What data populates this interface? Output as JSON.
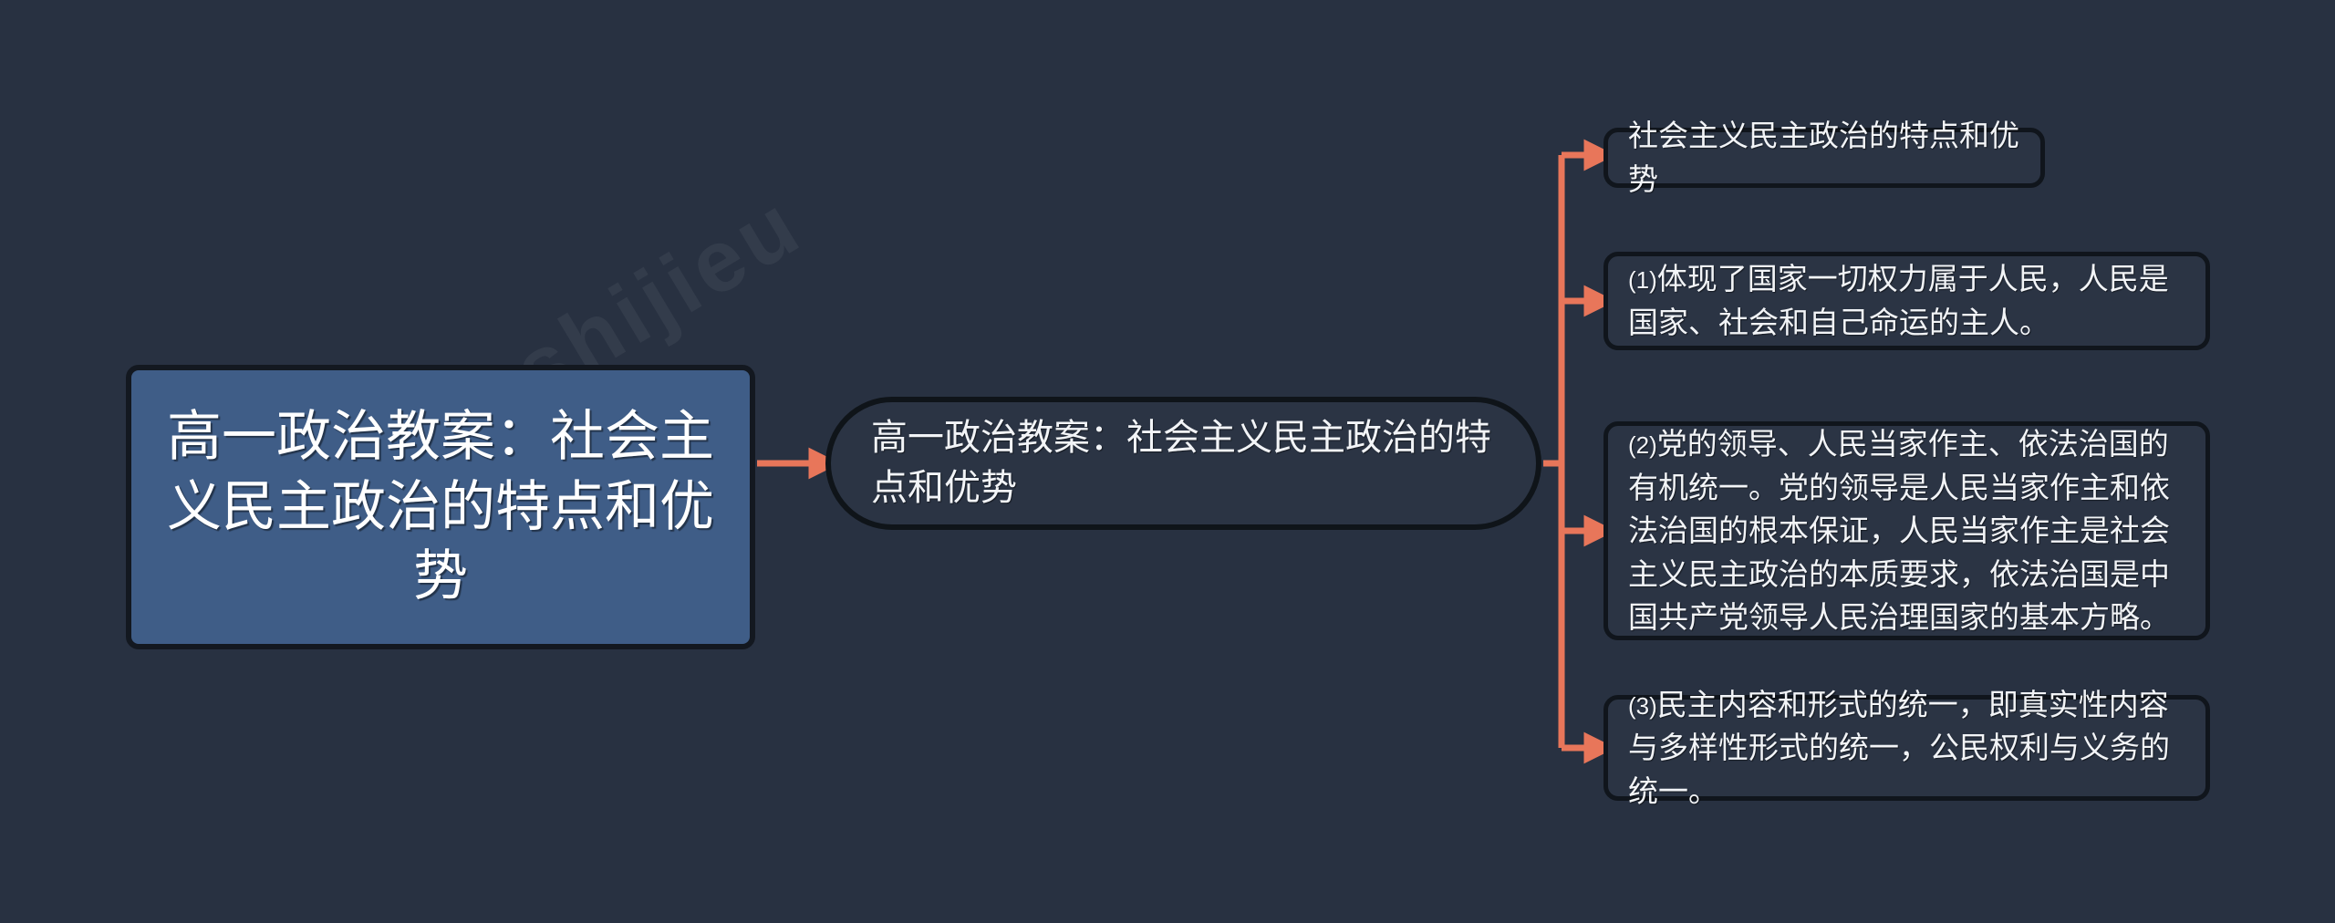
{
  "canvas": {
    "background_color": "#283141",
    "connector_color": "#e8765a",
    "root_fill_color": "#3f5d87",
    "node_fill_color": "#2b3444",
    "node_border_color": "#10151c",
    "text_color": "#f2f4f7"
  },
  "watermark": {
    "text": "导图 shijieu"
  },
  "mindmap": {
    "root": {
      "label": "高一政治教案：社会主义民主政治的特点和优势"
    },
    "topic": {
      "label": "高一政治教案：社会主义民主政治的特点和优势"
    },
    "branches": [
      {
        "index": "",
        "label": "社会主义民主政治的特点和优势"
      },
      {
        "index": "(1)",
        "label": "体现了国家一切权力属于人民，人民是国家、社会和自己命运的主人。"
      },
      {
        "index": "(2)",
        "label": "党的领导、人民当家作主、依法治国的有机统一。党的领导是人民当家作主和依法治国的根本保证，人民当家作主是社会主义民主政治的本质要求，依法治国是中国共产党领导人民治理国家的基本方略。"
      },
      {
        "index": "(3)",
        "label": "民主内容和形式的统一，即真实性内容与多样性形式的统一，公民权利与义务的统一。"
      }
    ]
  }
}
